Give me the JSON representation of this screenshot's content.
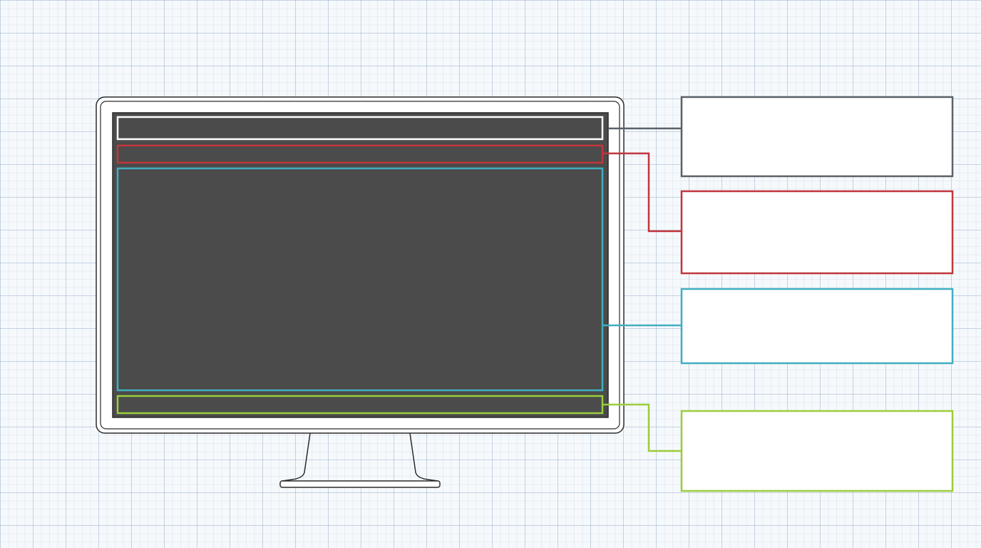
{
  "colors": {
    "background": "#f6f9fc",
    "grid": "#a9bcd2",
    "outline": "#2b2b2b",
    "screen": "#4a4b4a",
    "header_region": "#ffffff",
    "header_callout": "#5a6169",
    "toolbar_region": "#c0363c",
    "content_region": "#41aec0",
    "footer_region": "#9ccc3c",
    "callout_fill": "#ffffff"
  },
  "monitor": {
    "regions": [
      {
        "id": "header",
        "label": ""
      },
      {
        "id": "toolbar",
        "label": ""
      },
      {
        "id": "content",
        "label": ""
      },
      {
        "id": "footer",
        "label": ""
      }
    ]
  },
  "callouts": [
    {
      "id": "header",
      "text": ""
    },
    {
      "id": "toolbar",
      "text": ""
    },
    {
      "id": "content",
      "text": ""
    },
    {
      "id": "footer",
      "text": ""
    }
  ]
}
